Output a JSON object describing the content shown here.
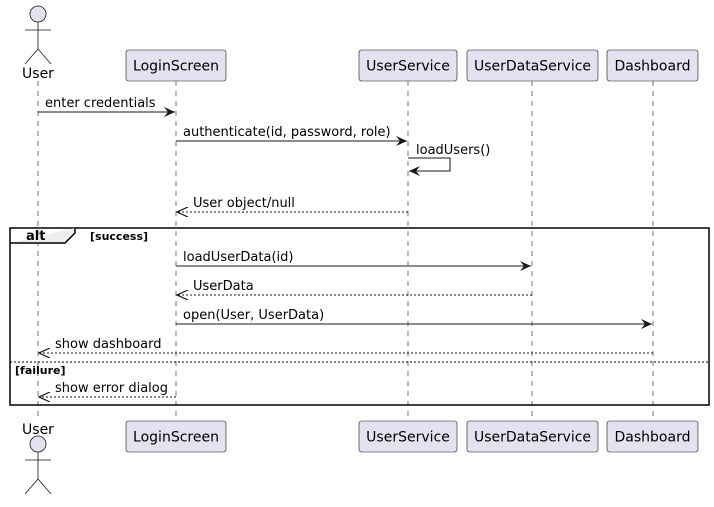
{
  "colors": {
    "participant_fill": "#E2E2F0",
    "participant_stroke": "#181818",
    "lifeline": "#181818",
    "arrow": "#181818",
    "frame": "#000000",
    "background": "#FFFFFF"
  },
  "diagram": {
    "participants": [
      {
        "id": "user",
        "label": "User",
        "kind": "actor"
      },
      {
        "id": "login",
        "label": "LoginScreen",
        "kind": "box"
      },
      {
        "id": "usersvc",
        "label": "UserService",
        "kind": "box"
      },
      {
        "id": "datasvc",
        "label": "UserDataService",
        "kind": "box"
      },
      {
        "id": "dash",
        "label": "Dashboard",
        "kind": "box"
      }
    ],
    "messages": [
      {
        "from": "user",
        "to": "login",
        "label": "enter credentials",
        "style": "solid"
      },
      {
        "from": "login",
        "to": "usersvc",
        "label": "authenticate(id, password, role)",
        "style": "solid"
      },
      {
        "from": "usersvc",
        "to": "usersvc",
        "label": "loadUsers()",
        "style": "solid"
      },
      {
        "from": "usersvc",
        "to": "login",
        "label": "User object/null",
        "style": "dashed"
      },
      {
        "from": "login",
        "to": "datasvc",
        "label": "loadUserData(id)",
        "style": "solid"
      },
      {
        "from": "datasvc",
        "to": "login",
        "label": "UserData",
        "style": "dashed"
      },
      {
        "from": "login",
        "to": "dash",
        "label": "open(User, UserData)",
        "style": "solid"
      },
      {
        "from": "dash",
        "to": "user",
        "label": "show dashboard",
        "style": "dashed"
      },
      {
        "from": "login",
        "to": "user",
        "label": "show error dialog",
        "style": "dashed"
      }
    ],
    "fragment": {
      "keyword": "alt",
      "guard_first": "[success]",
      "guard_second": "[failure]"
    }
  }
}
